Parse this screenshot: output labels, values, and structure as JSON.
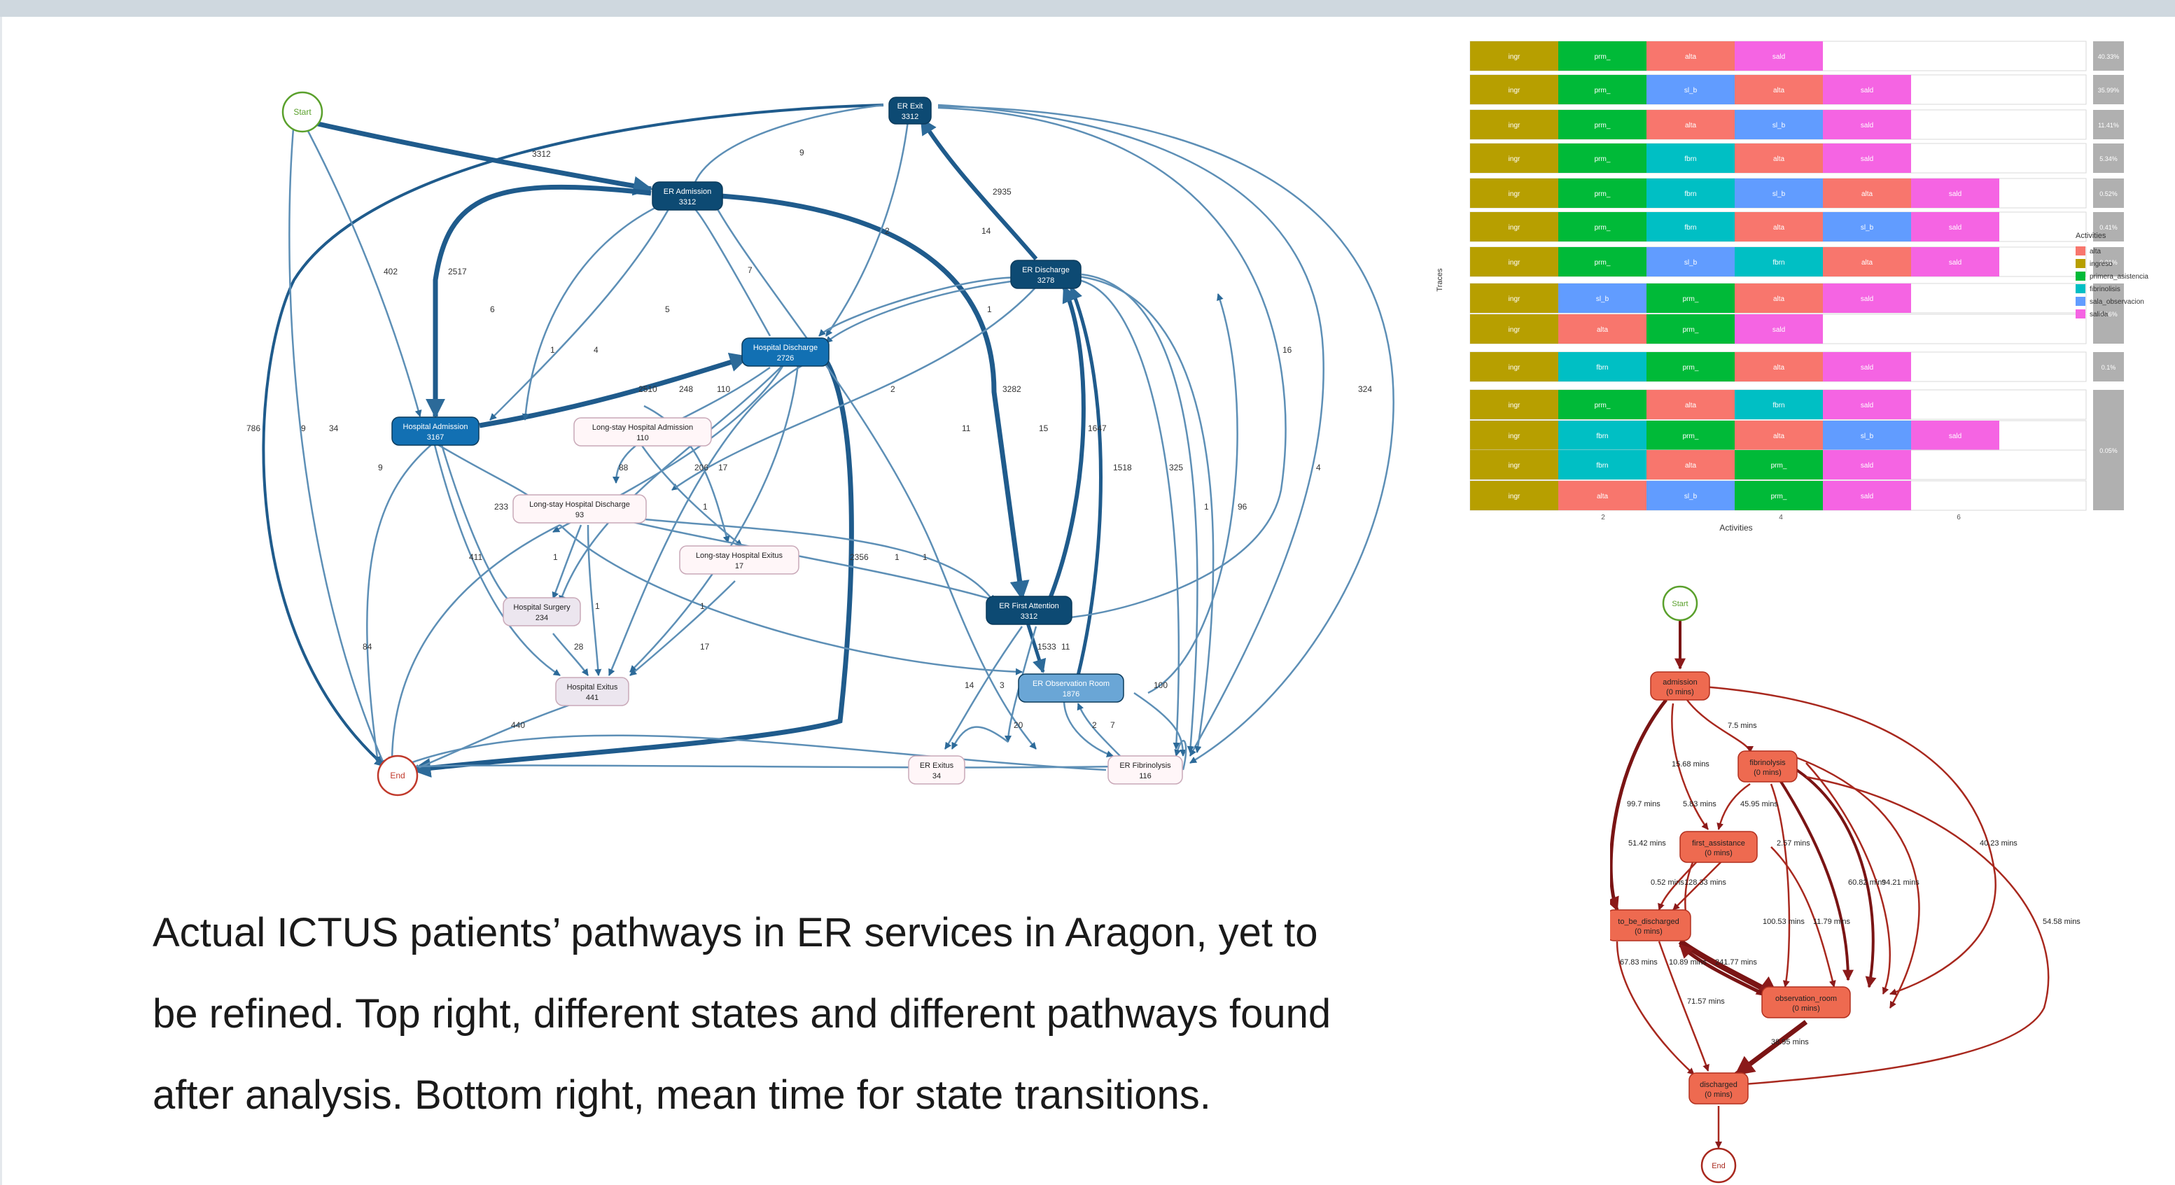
{
  "caption": [
    "Actual ICTUS patients’ pathways in ER services in Aragon, yet to",
    "be refined. Top right, different states and different pathways found",
    "after analysis. Bottom right, mean time for state transitions."
  ],
  "process_map": {
    "nodes": [
      {
        "id": "start",
        "label": "Start",
        "count": ""
      },
      {
        "id": "end",
        "label": "End",
        "count": ""
      },
      {
        "id": "er_exit",
        "label": "ER Exit",
        "count": "3312"
      },
      {
        "id": "er_admission",
        "label": "ER Admission",
        "count": "3312"
      },
      {
        "id": "er_discharge",
        "label": "ER Discharge",
        "count": "3278"
      },
      {
        "id": "hosp_discharge",
        "label": "Hospital Discharge",
        "count": "2726"
      },
      {
        "id": "hosp_admission",
        "label": "Hospital Admission",
        "count": "3167"
      },
      {
        "id": "ls_admission",
        "label": "Long-stay Hospital Admission",
        "count": "110"
      },
      {
        "id": "ls_discharge",
        "label": "Long-stay Hospital Discharge",
        "count": "93"
      },
      {
        "id": "ls_exitus",
        "label": "Long-stay Hospital Exitus",
        "count": "17"
      },
      {
        "id": "hosp_surgery",
        "label": "Hospital Surgery",
        "count": "234"
      },
      {
        "id": "hosp_exitus",
        "label": "Hospital Exitus",
        "count": "441"
      },
      {
        "id": "er_first",
        "label": "ER First Attention",
        "count": "3312"
      },
      {
        "id": "er_obs",
        "label": "ER Observation Room",
        "count": "1876"
      },
      {
        "id": "er_exitus",
        "label": "ER Exitus",
        "count": "34"
      },
      {
        "id": "er_fib",
        "label": "ER Fibrinolysis",
        "count": "116"
      }
    ],
    "edge_labels": [
      "3312",
      "9",
      "2935",
      "14",
      "402",
      "2517",
      "6",
      "7",
      "2",
      "5",
      "1",
      "4",
      "2510",
      "248",
      "110",
      "16",
      "324",
      "3282",
      "786",
      "9",
      "34",
      "9",
      "2",
      "88",
      "206",
      "17",
      "11",
      "15",
      "1647",
      "1518",
      "325",
      "1",
      "96",
      "4",
      "1",
      "233",
      "411",
      "1",
      "1",
      "2356",
      "1",
      "1",
      "1",
      "84",
      "28",
      "17",
      "1",
      "1533",
      "11",
      "440",
      "14",
      "3",
      "20",
      "2",
      "7",
      "100"
    ]
  },
  "trace_chart": {
    "y_title": "Traces",
    "x_title": "Activities",
    "x_ticks": [
      "2",
      "4",
      "6"
    ],
    "legend_title": "Activities",
    "legend": [
      {
        "label": "alta",
        "color": "#f8766d"
      },
      {
        "label": "ingreso",
        "color": "#b79f00"
      },
      {
        "label": "primera_asistencia",
        "color": "#00ba38"
      },
      {
        "label": "fibrinolisis",
        "color": "#00bfc4"
      },
      {
        "label": "sala_observacion",
        "color": "#619cff"
      },
      {
        "label": "salida",
        "color": "#f564e3"
      }
    ],
    "traces": [
      {
        "steps": [
          "ingr",
          "prm_",
          "alta",
          "sald"
        ],
        "pct": "40.33%"
      },
      {
        "steps": [
          "ingr",
          "prm_",
          "sl_b",
          "alta",
          "sald"
        ],
        "pct": "35.99%"
      },
      {
        "steps": [
          "ingr",
          "prm_",
          "alta",
          "sl_b",
          "sald"
        ],
        "pct": "11.41%"
      },
      {
        "steps": [
          "ingr",
          "prm_",
          "fbrn",
          "alta",
          "sald"
        ],
        "pct": "5.34%"
      },
      {
        "steps": [
          "ingr",
          "prm_",
          "fbrn",
          "sl_b",
          "alta",
          "sald"
        ],
        "pct": "0.52%"
      },
      {
        "steps": [
          "ingr",
          "prm_",
          "fbrn",
          "alta",
          "sl_b",
          "sald"
        ],
        "pct": "0.41%"
      },
      {
        "steps": [
          "ingr",
          "prm_",
          "sl_b",
          "fbrn",
          "alta",
          "sald"
        ],
        "pct": "0.31%"
      },
      {
        "steps": [
          "ingr",
          "sl_b",
          "prm_",
          "alta",
          "sald"
        ],
        "pct": "0.16%"
      },
      {
        "steps": [
          "ingr",
          "alta",
          "prm_",
          "sald"
        ],
        "pct": ""
      },
      {
        "steps": [
          "ingr",
          "fbrn",
          "prm_",
          "alta",
          "sald"
        ],
        "pct": "0.1%"
      },
      {
        "steps": [
          "ingr",
          "prm_",
          "alta",
          "fbrn",
          "sald"
        ],
        "pct": "0.05%"
      },
      {
        "steps": [
          "ingr",
          "fbrn",
          "prm_",
          "alta",
          "sl_b",
          "sald"
        ],
        "pct": ""
      },
      {
        "steps": [
          "ingr",
          "fbrn",
          "alta",
          "prm_",
          "sald"
        ],
        "pct": ""
      },
      {
        "steps": [
          "ingr",
          "alta",
          "sl_b",
          "prm_",
          "sald"
        ],
        "pct": ""
      }
    ]
  },
  "time_map": {
    "nodes": [
      {
        "id": "start",
        "label": "Start",
        "sub": ""
      },
      {
        "id": "admission",
        "label": "admission",
        "sub": "(0 mins)"
      },
      {
        "id": "fibrinolysis",
        "label": "fibrinolysis",
        "sub": "(0 mins)"
      },
      {
        "id": "first",
        "label": "first_assistance",
        "sub": "(0 mins)"
      },
      {
        "id": "tbd",
        "label": "to_be_discharged",
        "sub": "(0 mins)"
      },
      {
        "id": "obs",
        "label": "observation_room",
        "sub": "(0 mins)"
      },
      {
        "id": "disch",
        "label": "discharged",
        "sub": "(0 mins)"
      },
      {
        "id": "end",
        "label": "End",
        "sub": ""
      }
    ],
    "edge_labels": [
      "7.5 mins",
      "15.68 mins",
      "99.7 mins",
      "5.83 mins",
      "45.95 mins",
      "51.42 mins",
      "2.57 mins",
      "40.23 mins",
      "0.52 mins",
      "128.33 mins",
      "60.82 mins",
      "94.21 mins",
      "100.53 mins",
      "11.79 mins",
      "54.58 mins",
      "67.83 mins",
      "10.89 mins",
      "241.77 mins",
      "71.57 mins",
      "38.95 mins"
    ]
  }
}
